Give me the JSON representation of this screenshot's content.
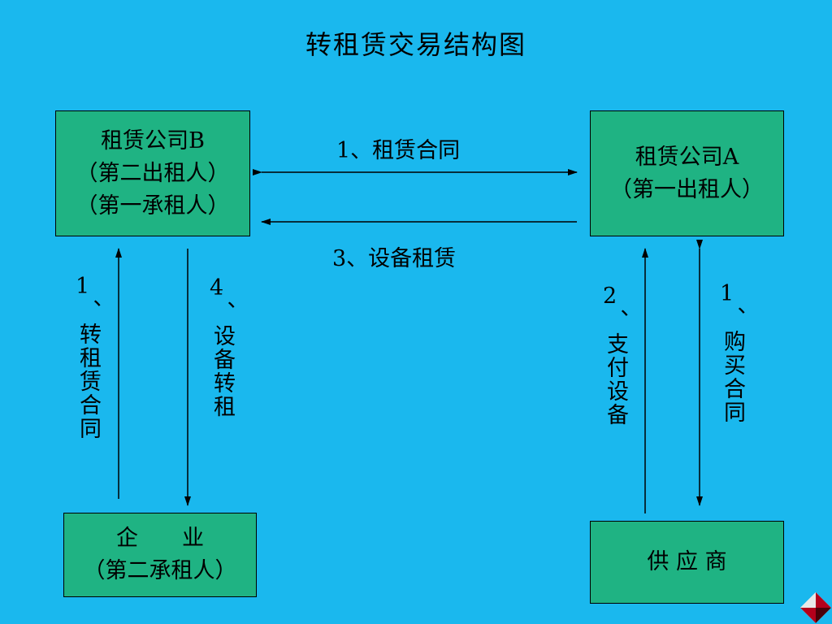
{
  "title": "转租赁交易结构图",
  "boxes": {
    "company_b": {
      "line1": "租赁公司B",
      "line2": "（第二出租人）",
      "line3": "（第一承租人）"
    },
    "company_a": {
      "line1": "租赁公司A",
      "line2": "（第一出租人）"
    },
    "enterprise": {
      "line1": "企　　业",
      "line2": "（第二承租人）"
    },
    "supplier": {
      "line1": "供 应 商"
    }
  },
  "edges": {
    "lease_contract": "1、租赁合同",
    "equipment_lease": "3、设备租赁",
    "sublease_contract": {
      "num": "1",
      "text": "、转租赁合同"
    },
    "equipment_sublease": {
      "num": "4",
      "text": "、设备转租"
    },
    "pay_equipment": {
      "num": "2",
      "text": "、支付设备"
    },
    "purchase_contract": {
      "num": "1",
      "text": "、购买合同"
    }
  },
  "colors": {
    "background": "#1ab8ee",
    "box_fill": "#1fb383",
    "line": "#000000"
  },
  "icons": [
    "diamond-logo-icon"
  ]
}
